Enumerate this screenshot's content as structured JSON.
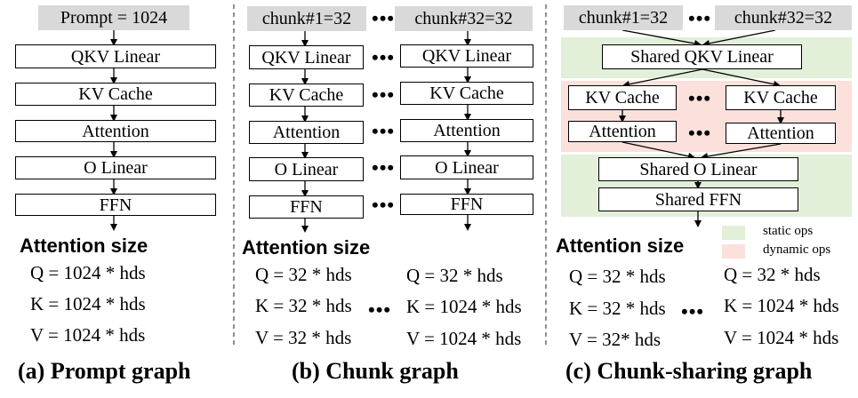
{
  "prompt_graph": {
    "input": "Prompt = 1024",
    "layers": [
      "QKV Linear",
      "KV Cache",
      "Attention",
      "O Linear",
      "FFN"
    ],
    "size_title": "Attention size",
    "sizes": [
      "Q = 1024 * hds",
      "K = 1024 * hds",
      "V = 1024 * hds"
    ],
    "caption": "(a) Prompt graph"
  },
  "chunk_graph": {
    "input_first": "chunk#1=32",
    "input_last": "chunk#32=32",
    "layers": [
      "QKV Linear",
      "KV Cache",
      "Attention",
      "O Linear",
      "FFN"
    ],
    "size_title": "Attention size",
    "sizes_first": [
      "Q = 32 * hds",
      "K = 32 * hds",
      "V = 32 * hds"
    ],
    "sizes_last": [
      "Q = 32 * hds",
      "K = 1024 * hds",
      "V = 1024 * hds"
    ],
    "caption": "(b) Chunk graph"
  },
  "sharing_graph": {
    "input_first": "chunk#1=32",
    "input_last": "chunk#32=32",
    "shared_qkv": "Shared QKV Linear",
    "kv_cache": "KV Cache",
    "attention": "Attention",
    "shared_o": "Shared O Linear",
    "shared_ffn": "Shared FFN",
    "size_title": "Attention size",
    "sizes_first": [
      "Q = 32 * hds",
      "K = 32 * hds",
      "V = 32* hds"
    ],
    "sizes_last": [
      "Q = 32 * hds",
      "K = 1024 * hds",
      "V = 1024 * hds"
    ],
    "caption": "(c) Chunk-sharing graph"
  },
  "legend": {
    "static_label": "static ops",
    "dynamic_label": "dynamic ops",
    "static_color": "#e2efd9",
    "dynamic_color": "#fbe0dc"
  },
  "ellipsis": "•••"
}
